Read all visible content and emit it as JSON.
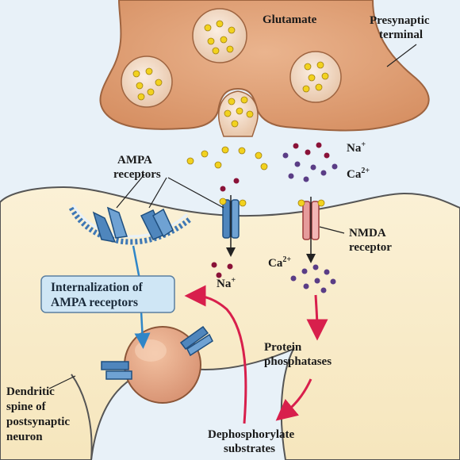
{
  "labels": {
    "glutamate": "Glutamate",
    "presynaptic_1": "Presynaptic",
    "presynaptic_2": "terminal",
    "ampa_1": "AMPA",
    "ampa_2": "receptors",
    "na_top": "Na",
    "na_top_sup": "+",
    "ca_top": "Ca",
    "ca_top_sup": "2+",
    "nmda_1": "NMDA",
    "nmda_2": "receptor",
    "na_bottom": "Na",
    "na_bottom_sup": "+",
    "ca_bottom": "Ca",
    "ca_bottom_sup": "2+",
    "internalization_1": "Internalization of",
    "internalization_2": "AMPA receptors",
    "protein_1": "Protein",
    "protein_2": "phosphatases",
    "dendritic_1": "Dendritic",
    "dendritic_2": "spine of",
    "dendritic_3": "postsynaptic",
    "dendritic_4": "neuron",
    "dephos_1": "Dephosphorylate",
    "dephos_2": "substrates"
  },
  "colors": {
    "background": "#e8f1f8",
    "presynaptic": "#e0a27a",
    "postsynaptic": "#f8eccb",
    "glutamate_dot": "#f2d21f",
    "na_dot": "#8a1238",
    "ca_dot": "#5a3d86",
    "ampa_receptor": "#4f86bd",
    "nmda_receptor": "#e69b9b",
    "pathway_arrow": "#d81f4c",
    "label_box": "#cfe6f5"
  },
  "icons": [
    "ampa-receptor-icon",
    "nmda-receptor-icon",
    "synaptic-vesicle-icon",
    "endosome-icon"
  ]
}
